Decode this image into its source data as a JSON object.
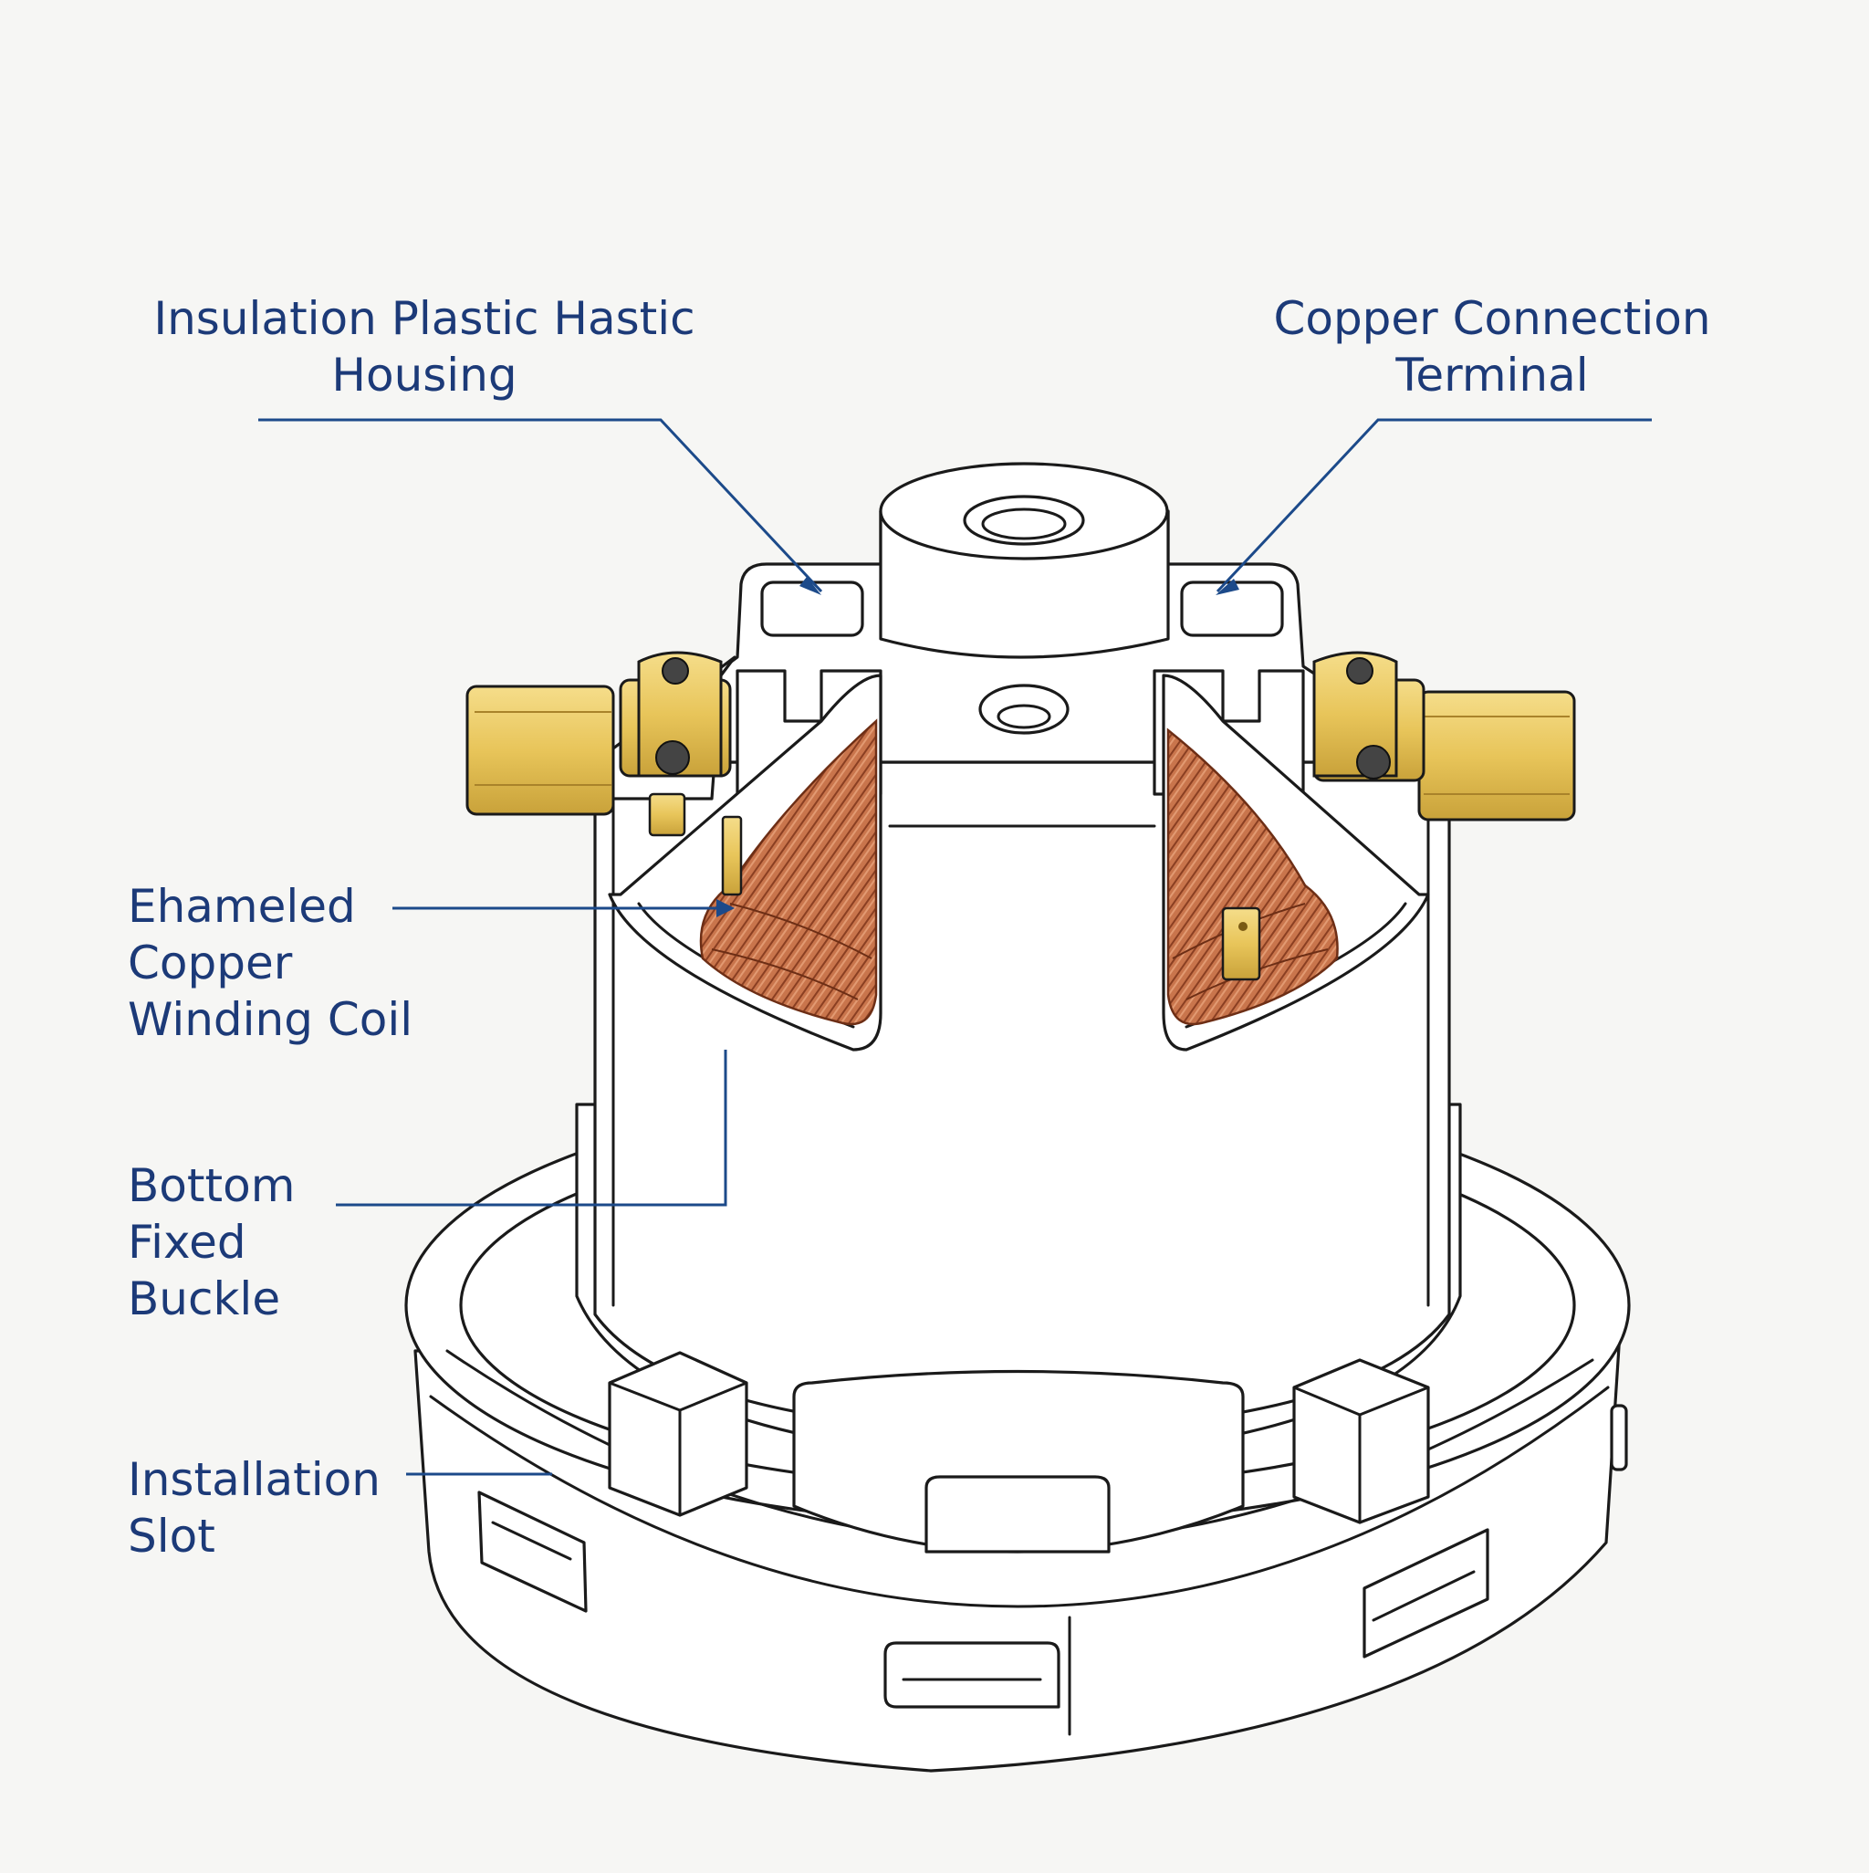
{
  "colors": {
    "background": "#f6f6f4",
    "label_text": "#1c3a78",
    "leader_line": "#1c4a8a",
    "outline": "#1a1a1a",
    "brass": "#e8c55a",
    "copper": "#b8633e"
  },
  "labels": {
    "housing": {
      "line1": "Insulation Plastic Hastic",
      "line2": "Housing"
    },
    "terminal": {
      "line1": "Copper Connection",
      "line2": "Terminal"
    },
    "coil": {
      "line1": "Ehameled",
      "line2": "Copper",
      "line3": "Winding Coil"
    },
    "buckle": {
      "line1": "Bottom",
      "line2": "Fixed",
      "line3": "Buckle"
    },
    "slot": {
      "line1": "Installation",
      "line2": "Slot"
    }
  }
}
